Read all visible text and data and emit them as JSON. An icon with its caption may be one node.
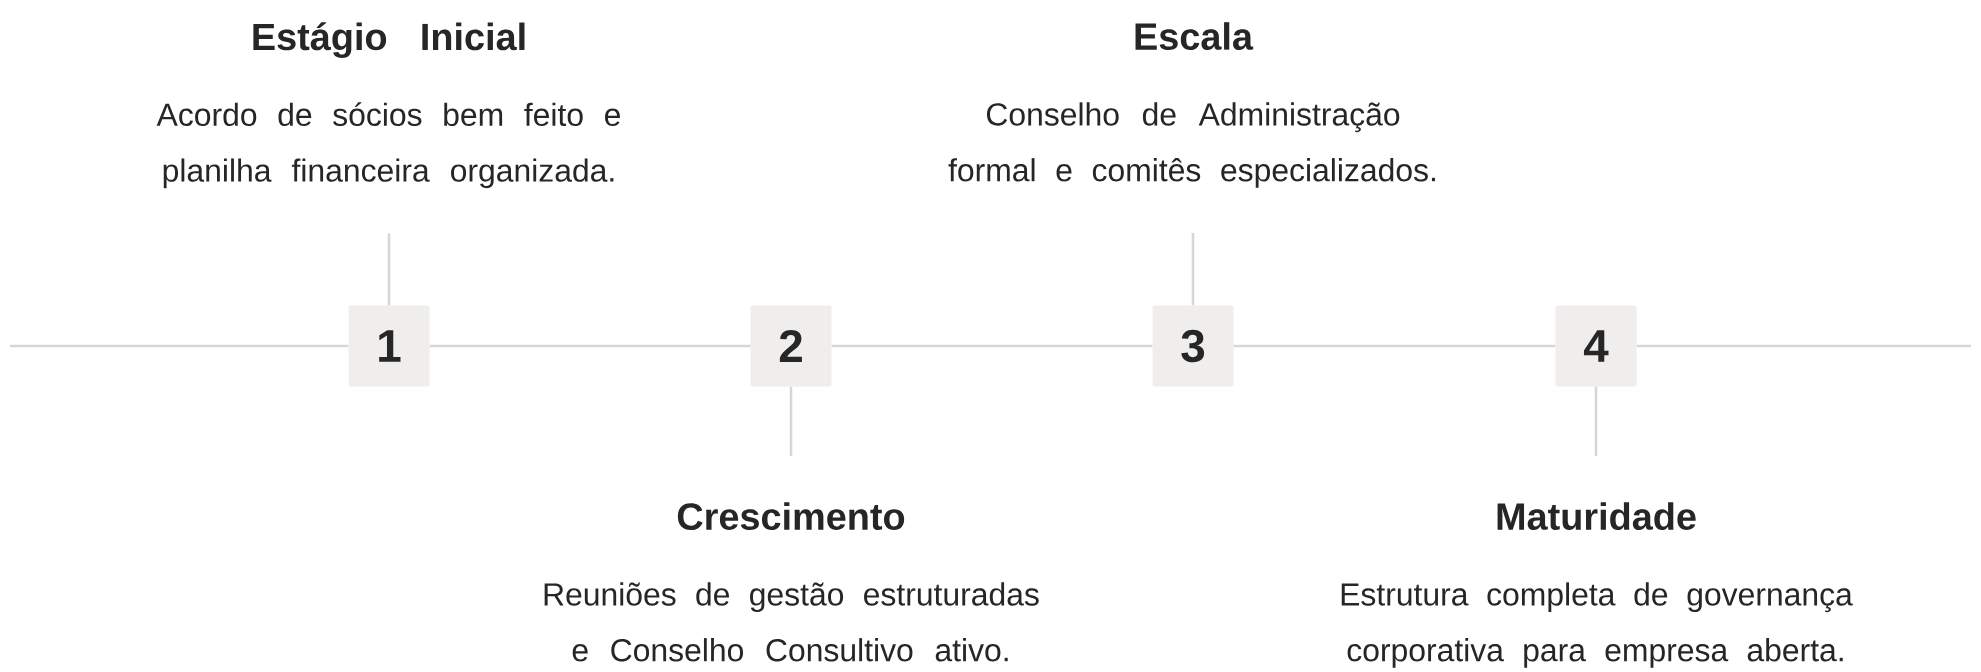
{
  "diagram": {
    "nodes": [
      {
        "text": [
          "1"
        ]
      },
      {
        "text": [
          "2"
        ]
      },
      {
        "text": [
          "3"
        ]
      },
      {
        "text": [
          "4"
        ]
      },
      {
        "text": [
          "Estágio Inicial",
          "Acordo de sócios bem feito e planilha financeira organizada."
        ]
      },
      {
        "text": [
          "Crescimento",
          "Reuniões de gestão estruturadas e Conselho Consultivo ativo."
        ]
      },
      {
        "text": [
          "Escala",
          "Conselho de Administração formal e comitês especializados."
        ]
      },
      {
        "text": [
          "Maturidade",
          "Estrutura completa de governança corporativa para empresa aberta."
        ]
      }
    ],
    "edges": [
      {
        "from": null,
        "to": 0,
        "arrow": "none"
      },
      {
        "from": 0,
        "to": 1,
        "arrow": "none"
      },
      {
        "from": 1,
        "to": 2,
        "arrow": "none"
      },
      {
        "from": 2,
        "to": 3,
        "arrow": "none"
      },
      {
        "from": 3,
        "to": null,
        "arrow": "none"
      },
      {
        "from": 4,
        "to": 0,
        "arrow": "none"
      },
      {
        "from": 5,
        "to": 1,
        "arrow": "none"
      },
      {
        "from": 6,
        "to": 2,
        "arrow": "none"
      },
      {
        "from": 7,
        "to": 3,
        "arrow": "none"
      }
    ]
  }
}
